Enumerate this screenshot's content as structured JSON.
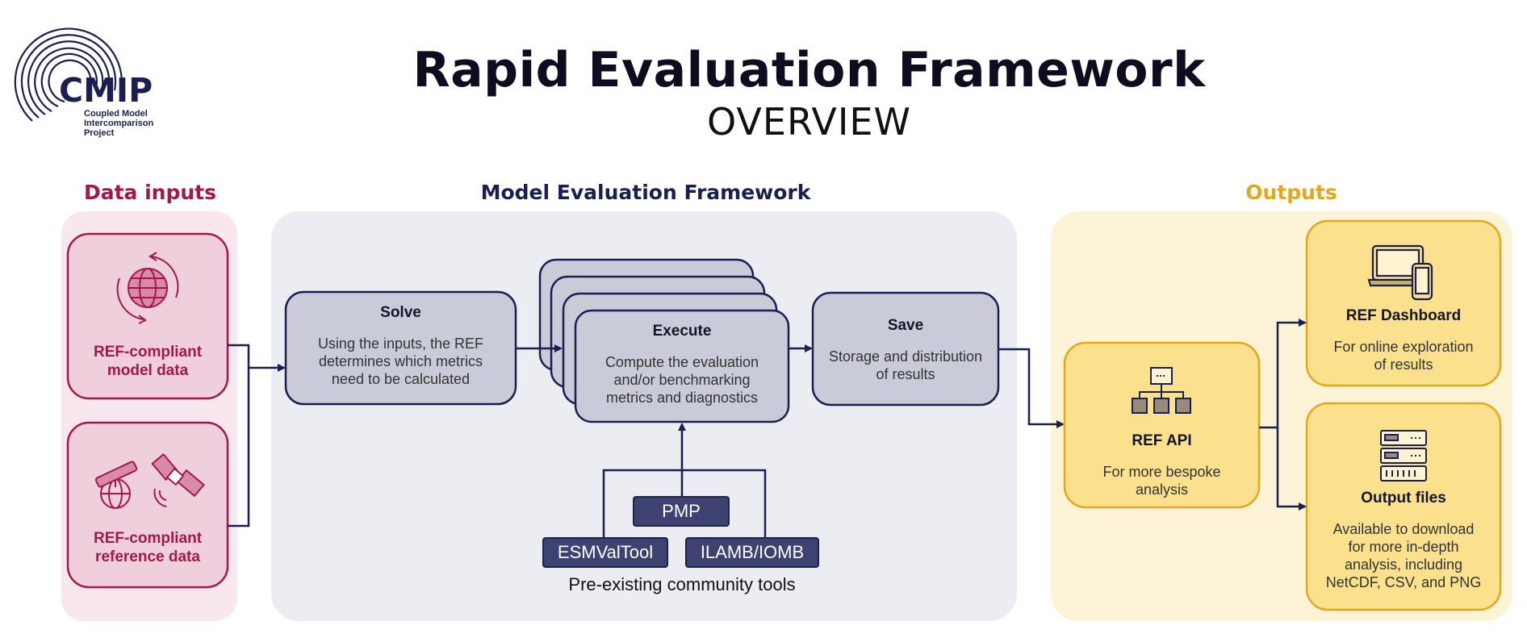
{
  "header": {
    "title": "Rapid Evaluation Framework",
    "subtitle": "OVERVIEW"
  },
  "logo": {
    "name": "CMIP",
    "tagline_lines": [
      "Coupled Model",
      "Intercomparison",
      "Project"
    ]
  },
  "sections": {
    "inputs": "Data inputs",
    "framework": "Model Evaluation Framework",
    "outputs": "Outputs"
  },
  "inputs": [
    {
      "label_lines": [
        "REF-compliant",
        "model data"
      ],
      "icon": "globe-icon"
    },
    {
      "label_lines": [
        "REF-compliant",
        "reference data"
      ],
      "icon": "telescope-satellite-icon"
    }
  ],
  "steps": {
    "solve": {
      "title": "Solve",
      "body_lines": [
        "Using the inputs, the REF",
        "determines which metrics",
        "need to be calculated"
      ]
    },
    "execute": {
      "title": "Execute",
      "body_lines": [
        "Compute the evaluation",
        "and/or benchmarking",
        "metrics and diagnostics"
      ]
    },
    "save": {
      "title": "Save",
      "body_lines": [
        "Storage and distribution",
        "of results"
      ]
    }
  },
  "tools": {
    "items": [
      "PMP",
      "ESMValTool",
      "ILAMB/IOMB"
    ],
    "caption": "Pre-existing community tools"
  },
  "outputs": {
    "api": {
      "title": "REF API",
      "body_lines": [
        "For more bespoke",
        "analysis"
      ],
      "icon": "hierarchy-icon"
    },
    "dashboard": {
      "title": "REF Dashboard",
      "body_lines": [
        "For online exploration",
        "of results"
      ],
      "icon": "devices-icon"
    },
    "files": {
      "title": "Output files",
      "body_lines": [
        "Available to download",
        "for more in-depth",
        "analysis, including",
        "NetCDF, CSV, and PNG"
      ],
      "icon": "server-icon"
    }
  },
  "colors": {
    "inputs_accent": "#a3174a",
    "framework_accent": "#1b1f4f",
    "outputs_accent": "#e3a81a"
  }
}
